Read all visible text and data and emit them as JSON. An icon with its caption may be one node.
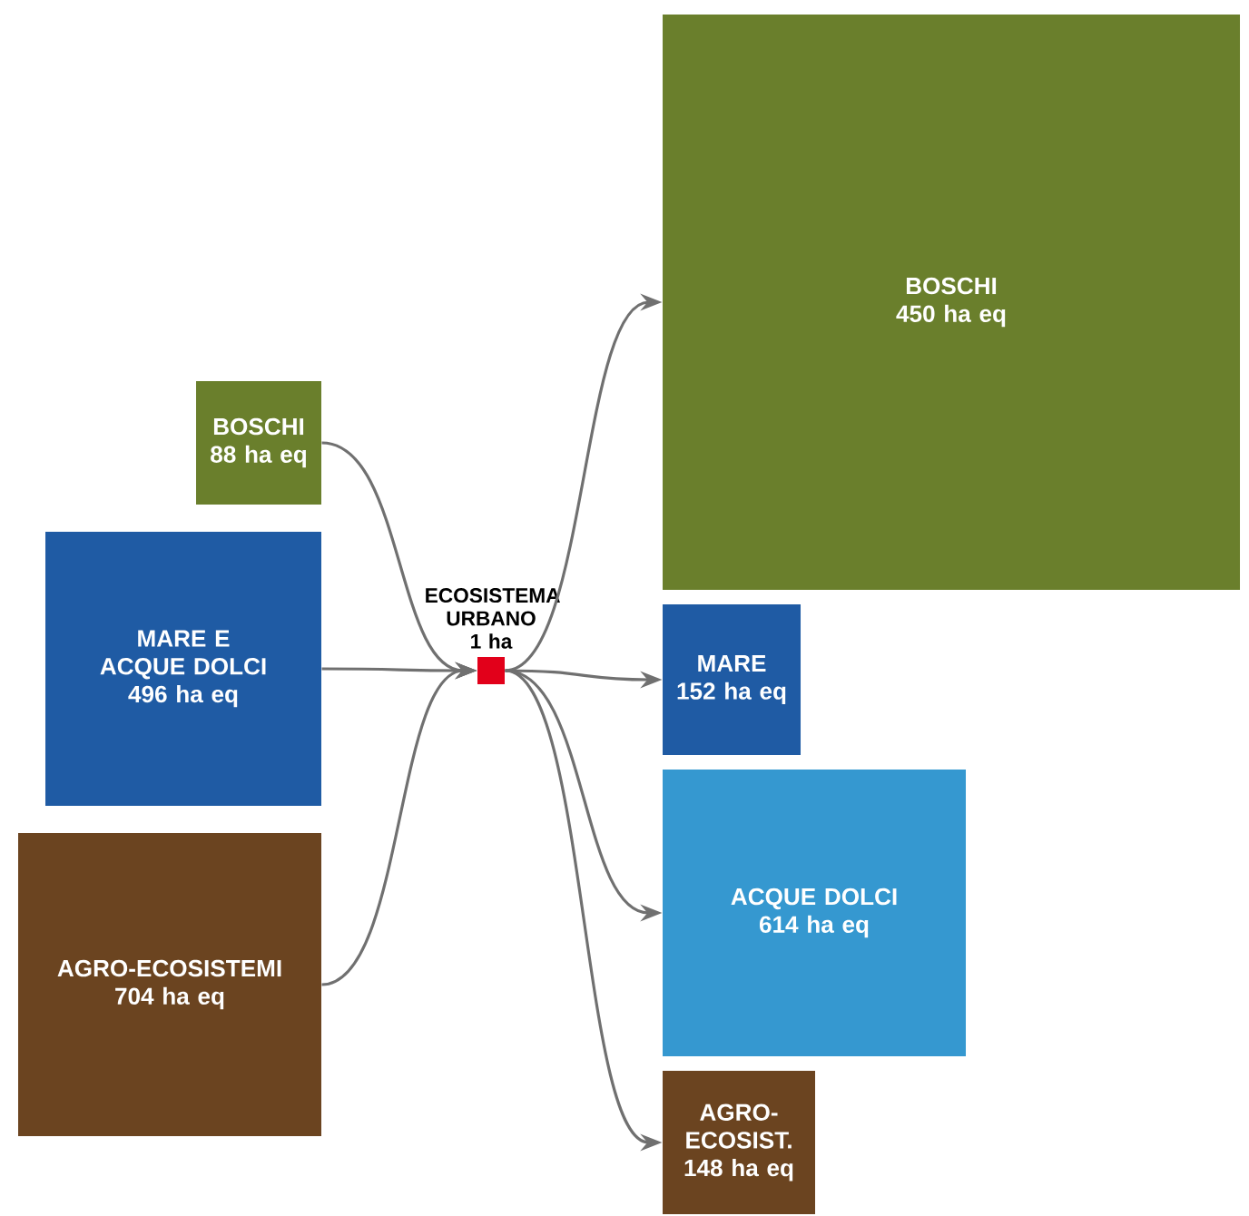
{
  "diagram": {
    "nodes": [
      {
        "text": [
          "BOSCHI",
          "88 ha eq"
        ]
      },
      {
        "text": [
          "MARE E ACQUE DOLCI",
          "496 ha eq"
        ]
      },
      {
        "text": [
          "AGRO-ECOSISTEMI",
          "704 ha eq"
        ]
      },
      {
        "text": [
          "ECOSISTEMA URBANO 1 ha"
        ]
      },
      {
        "text": [
          "BOSCHI",
          "450 ha eq"
        ]
      },
      {
        "text": [
          "MARE",
          "152 ha eq"
        ]
      },
      {
        "text": [
          "ACQUE DOLCI",
          "614 ha eq"
        ]
      },
      {
        "text": [
          "AGRO-ECOSIST.",
          "148 ha eq"
        ]
      }
    ],
    "edges": [
      {
        "from": 0,
        "to": 3,
        "arrow": "to"
      },
      {
        "from": 1,
        "to": 3,
        "arrow": "to"
      },
      {
        "from": 2,
        "to": 3,
        "arrow": "to"
      },
      {
        "from": 3,
        "to": 4,
        "arrow": "to"
      },
      {
        "from": 3,
        "to": 5,
        "arrow": "to"
      },
      {
        "from": 3,
        "to": 6,
        "arrow": "to"
      },
      {
        "from": 3,
        "to": 7,
        "arrow": "to"
      }
    ]
  }
}
